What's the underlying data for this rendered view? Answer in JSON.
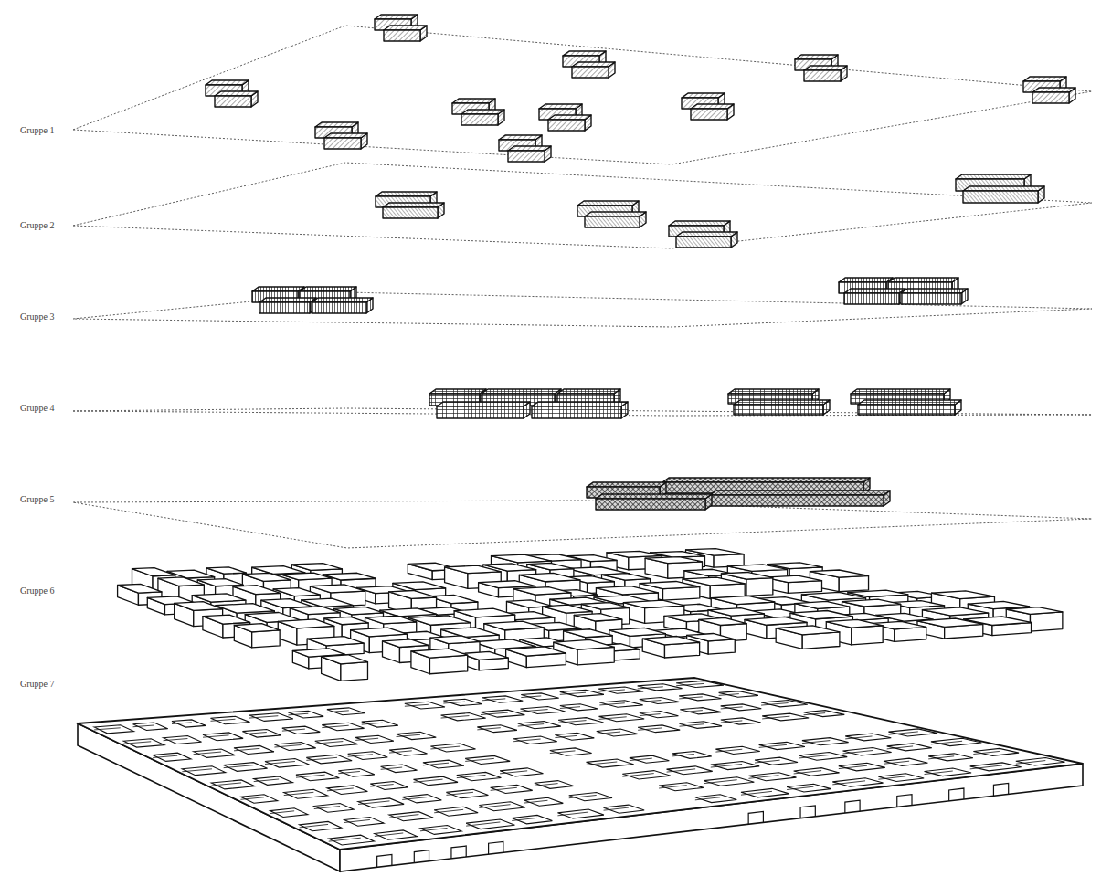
{
  "diagram": {
    "labels": [
      "Gruppe 1",
      "Gruppe 2",
      "Gruppe 3",
      "Gruppe 4",
      "Gruppe 5",
      "Gruppe 6",
      "Gruppe 7"
    ]
  }
}
